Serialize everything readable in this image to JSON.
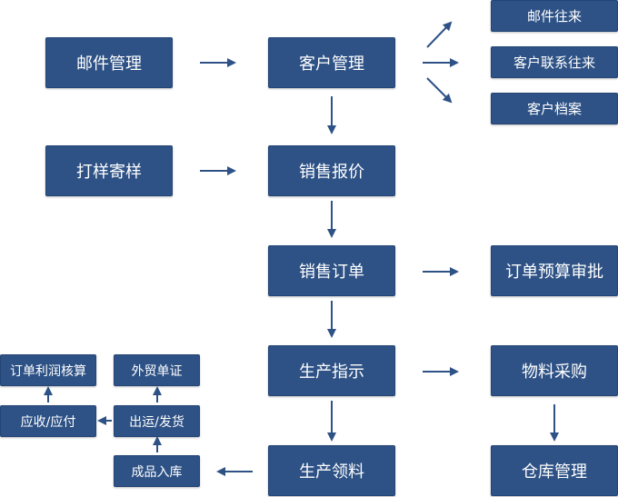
{
  "colors": {
    "box_fill": "#2e5286",
    "arrow": "#2e5286",
    "text": "#ffffff"
  },
  "nodes": {
    "mail": "邮件管理",
    "customer": "客户管理",
    "sample": "打样寄样",
    "quote": "销售报价",
    "order": "销售订单",
    "production": "生产指示",
    "material_issue": "生产领料",
    "mail_exchange": "邮件往来",
    "contact_exchange": "客户联系往来",
    "customer_archive": "客户档案",
    "order_approval": "订单预算审批",
    "purchase": "物料采购",
    "warehouse": "仓库管理",
    "profit_accounting": "订单利润核算",
    "trade_doc": "外贸单证",
    "receivable_payable": "应收/应付",
    "shipment": "出运/发货",
    "finished_goods": "成品入库"
  }
}
